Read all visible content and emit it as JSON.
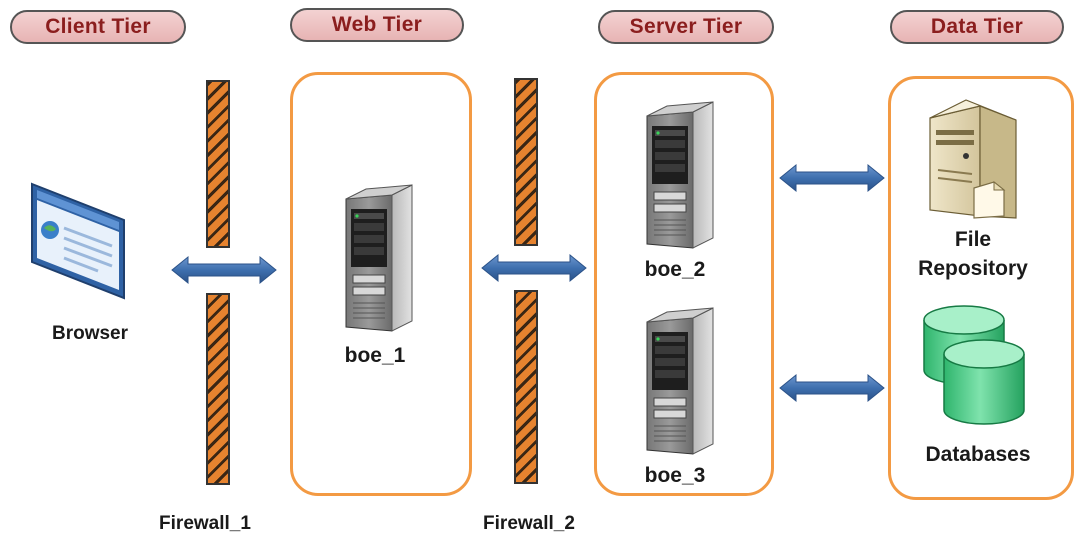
{
  "tiers": {
    "client": "Client Tier",
    "web": "Web Tier",
    "server": "Server Tier",
    "data": "Data Tier"
  },
  "nodes": {
    "browser": "Browser",
    "boe_1": "boe_1",
    "boe_2": "boe_2",
    "boe_3": "boe_3",
    "file_repository_line1": "File",
    "file_repository_line2": "Repository",
    "databases": "Databases"
  },
  "firewalls": {
    "firewall_1": "Firewall_1",
    "firewall_2": "Firewall_2"
  },
  "colors": {
    "tier_border": "#f39a43",
    "pill_fill": "#e7b4b4",
    "pill_text": "#8b1e1e",
    "arrow": "#3e6fae",
    "firewall": "#e6832f",
    "database": "#39c57a"
  },
  "icons": {
    "browser": "browser-window-icon",
    "server": "tower-server-icon",
    "file_repository": "file-server-icon",
    "databases": "database-cylinders-icon"
  }
}
